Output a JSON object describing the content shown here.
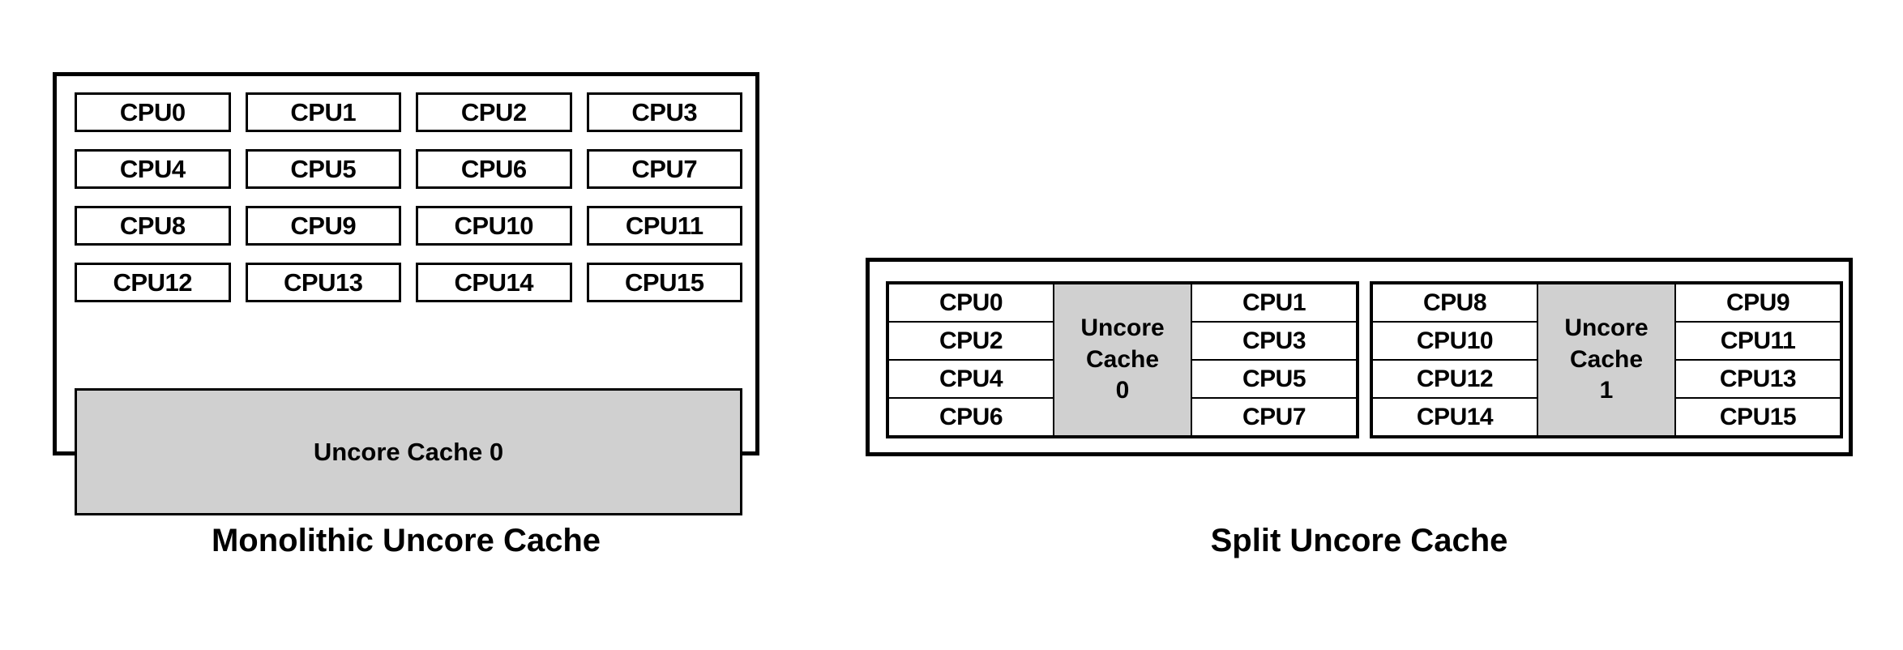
{
  "diagram": {
    "title_left": "Monolithic Uncore Cache",
    "title_right": "Split Uncore Cache",
    "colors": {
      "cache_fill": "#d0d0d0",
      "box_fill": "#ffffff",
      "stroke": "#000000",
      "background": "#ffffff"
    }
  },
  "monolithic": {
    "caption": "Monolithic Uncore Cache",
    "cpus": [
      "CPU0",
      "CPU1",
      "CPU2",
      "CPU3",
      "CPU4",
      "CPU5",
      "CPU6",
      "CPU7",
      "CPU8",
      "CPU9",
      "CPU10",
      "CPU11",
      "CPU12",
      "CPU13",
      "CPU14",
      "CPU15"
    ],
    "cache_label": "Uncore Cache 0"
  },
  "split": {
    "caption": "Split Uncore Cache",
    "groups": [
      {
        "left_cpus": [
          "CPU0",
          "CPU2",
          "CPU4",
          "CPU6"
        ],
        "cache_lines": [
          "Uncore",
          "Cache",
          "0"
        ],
        "right_cpus": [
          "CPU1",
          "CPU3",
          "CPU5",
          "CPU7"
        ]
      },
      {
        "left_cpus": [
          "CPU8",
          "CPU10",
          "CPU12",
          "CPU14"
        ],
        "cache_lines": [
          "Uncore",
          "Cache",
          "1"
        ],
        "right_cpus": [
          "CPU9",
          "CPU11",
          "CPU13",
          "CPU15"
        ]
      }
    ]
  }
}
